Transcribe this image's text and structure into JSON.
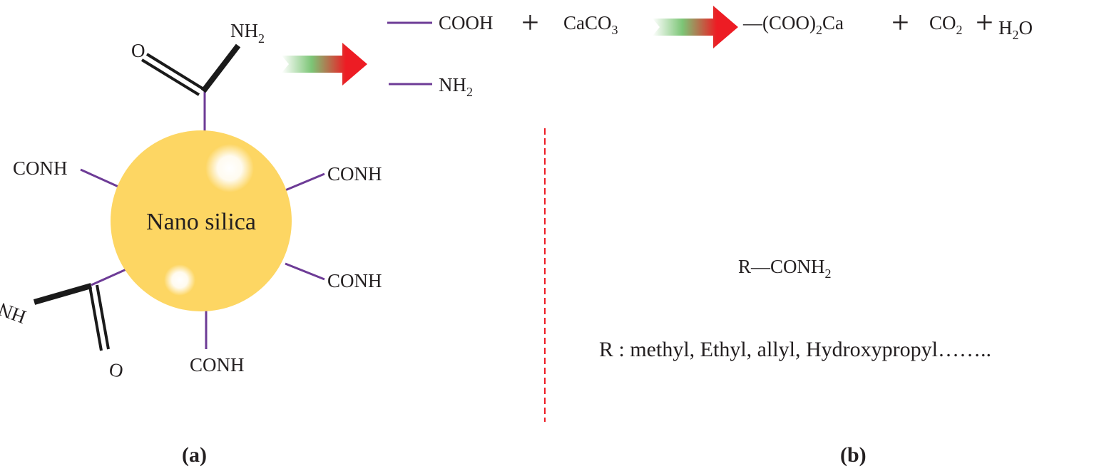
{
  "colors": {
    "particle": "#fdd663",
    "bond": "#6d3b96",
    "arrow_start": "#7cc576",
    "arrow_end": "#ed1c24",
    "divider": "#ed1c24"
  },
  "panel_a": {
    "particle_label": "Nano silica",
    "top_o": "O",
    "top_nh": "NH",
    "top_nh_sub": "2",
    "groups": [
      "CONH",
      "CONH",
      "CONH",
      "CONH"
    ],
    "bottom_hn": "HN",
    "bottom_o": "O",
    "caption": "(a)"
  },
  "panel_b": {
    "reaction": {
      "reactant1": "COOH",
      "plus1": "+",
      "reactant2": "CaCO",
      "reactant2_sub": "3",
      "product1_a": "—(COO)",
      "product1_sub": "2",
      "product1_b": "Ca",
      "plus2": "+",
      "product2": "CO",
      "product2_sub": "2",
      "plus3": "+",
      "product3_a": "H",
      "product3_sub": "2",
      "product3_b": "O"
    },
    "amine": {
      "label": "NH",
      "sub": "2"
    },
    "formula": {
      "text": "R—CONH",
      "sub": "2"
    },
    "r_groups": "R : methyl, Ethyl, allyl, Hydroxypropyl……..",
    "caption": "(b)"
  }
}
